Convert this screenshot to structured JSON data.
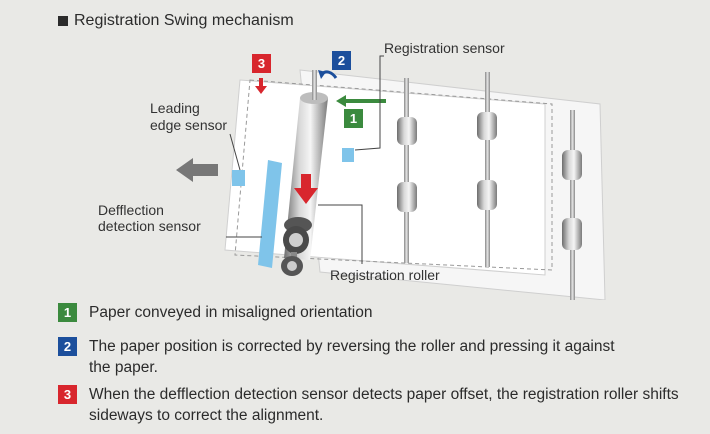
{
  "title": "Registration Swing mechanism",
  "labels": {
    "registration_sensor": "Registration sensor",
    "leading_edge_sensor_1": "Leading",
    "leading_edge_sensor_2": "edge sensor",
    "deflection_sensor_1": "Defflection",
    "deflection_sensor_2": "detection sensor",
    "registration_roller": "Registration roller"
  },
  "badges": {
    "one": "1",
    "two": "2",
    "three": "3"
  },
  "legend": [
    {
      "num": "1",
      "text": "Paper conveyed in misaligned orientation"
    },
    {
      "num": "2",
      "text": "The paper position is corrected by reversing the roller and pressing it against the paper."
    },
    {
      "num": "3",
      "text": "When the defflection detection sensor detects paper offset, the registration roller shifts sideways to correct the alignment."
    }
  ],
  "colors": {
    "green": "#3b8a3e",
    "blue": "#1c4f9c",
    "red": "#d8262d",
    "sensor": "#7fc4ea"
  }
}
